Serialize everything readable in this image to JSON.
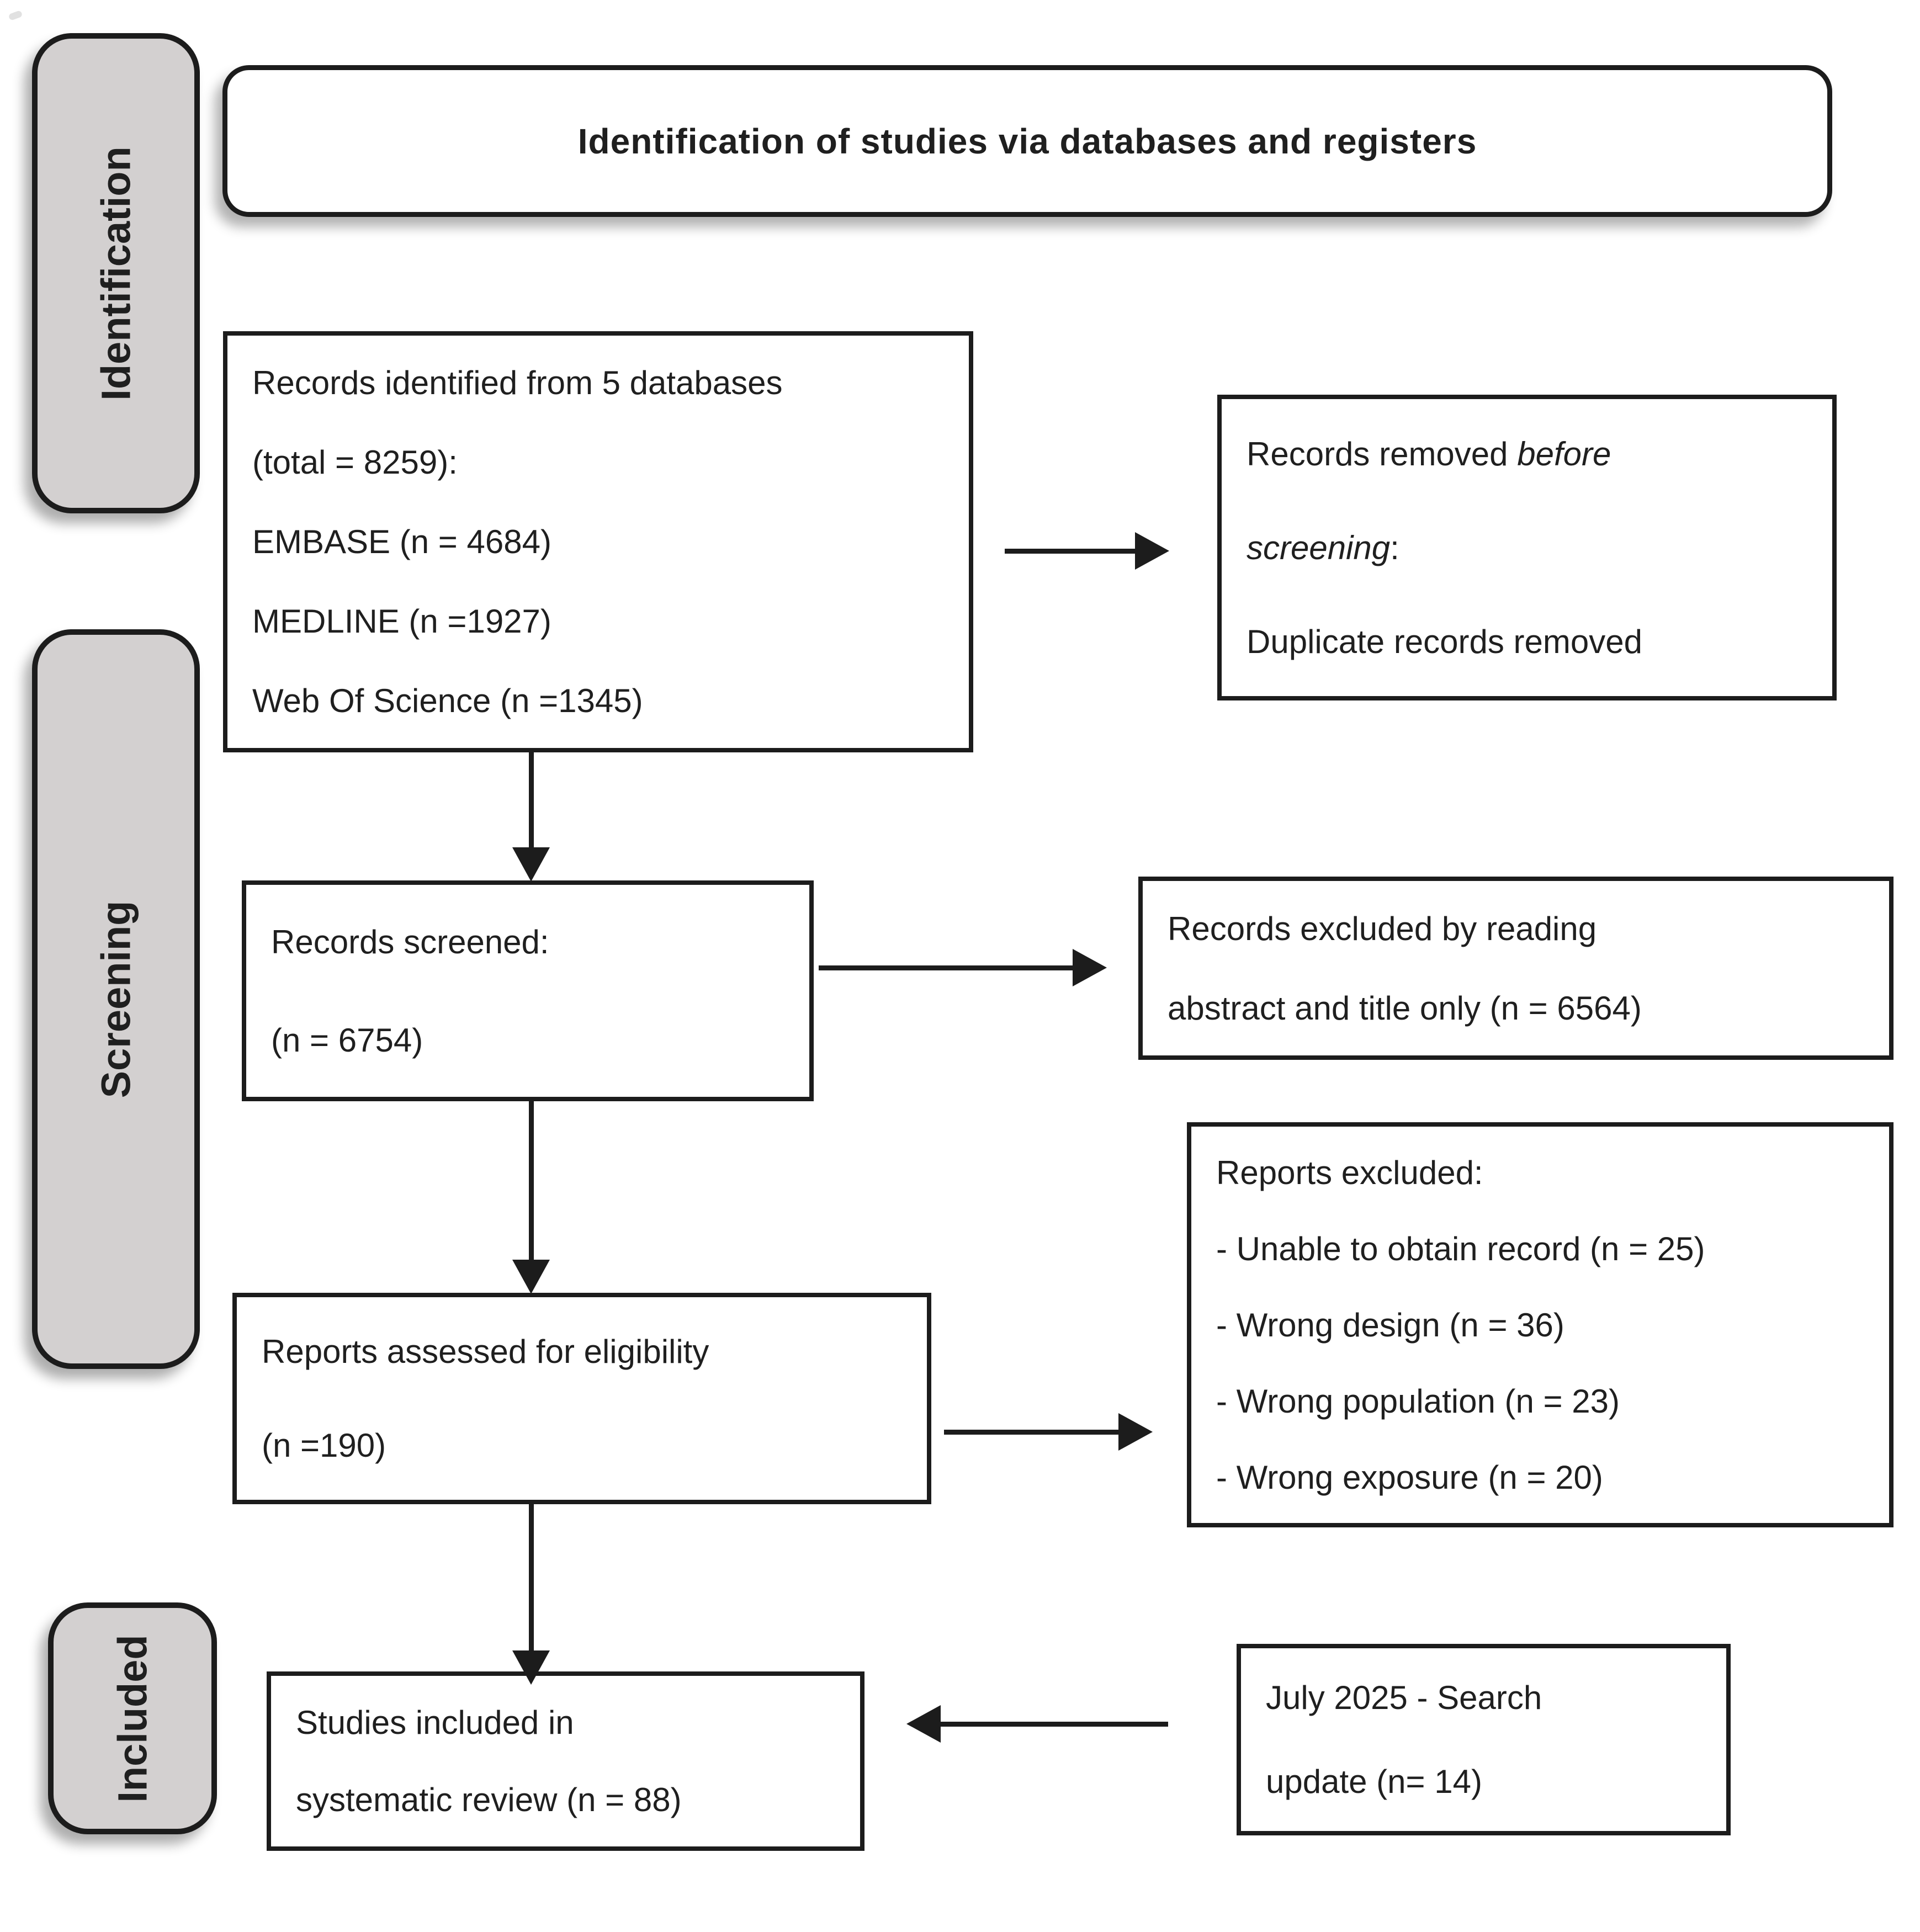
{
  "figure": {
    "title": "Identification of studies via databases and registers",
    "stage_labels": {
      "identification": "Identification",
      "screening": "Screening",
      "included": "Included"
    },
    "boxes": {
      "identified": {
        "lines": [
          "Records identified from 5 databases",
          "(total = 8259):",
          "EMBASE (n = 4684)",
          "MEDLINE (n =1927)",
          "Web Of Science (n =1345)"
        ]
      },
      "removed": {
        "line1_normal": "Records removed ",
        "line1_italic": "before",
        "line2_italic": "screening",
        "line2_normal": ":",
        "line3": "Duplicate records removed"
      },
      "screened": {
        "lines": [
          "Records screened:",
          "(n = 6754)"
        ]
      },
      "excluded_screening": {
        "lines": [
          "Records excluded by reading",
          "abstract and title only (n = 6564)"
        ]
      },
      "assessed": {
        "lines": [
          "Reports assessed for eligibility",
          "(n =190)"
        ]
      },
      "excluded_reports": {
        "lines": [
          "Reports excluded:",
          "- Unable to obtain record (n = 25)",
          "- Wrong design (n = 36)",
          "- Wrong population (n = 23)",
          "- Wrong exposure (n = 20)"
        ]
      },
      "included_studies": {
        "lines": [
          "Studies included in",
          "systematic review (n = 88)"
        ]
      },
      "search_update": {
        "lines": [
          "July 2025 - Search",
          "update (n= 14)"
        ]
      }
    },
    "colors": {
      "border": "#1c1c1c",
      "text": "#1f1f1f",
      "stage_fill": "#d3d0d0",
      "background": "#ffffff"
    }
  }
}
